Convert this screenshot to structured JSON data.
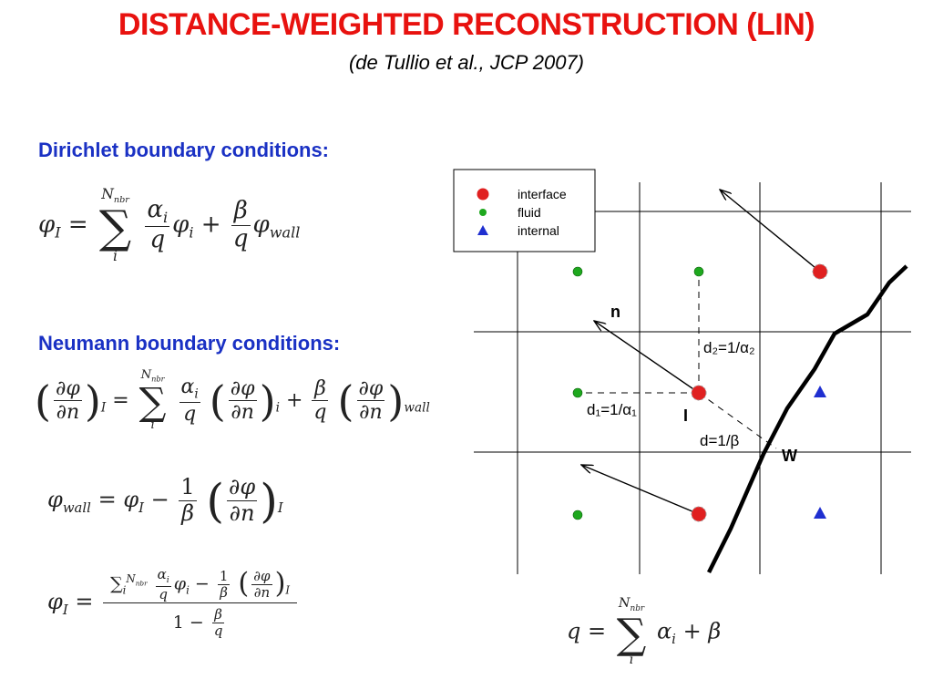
{
  "colors": {
    "title": "#e8120f",
    "heading": "#1a31c4",
    "interface": "#e02020",
    "fluid": "#1ea81e",
    "internal": "#1f2fd0"
  },
  "title": "DISTANCE-WEIGHTED RECONSTRUCTION (LIN)",
  "subtitle": "(de Tullio et al., JCP 2007)",
  "sections": {
    "dirichlet": "Dirichlet boundary conditions:",
    "neumann": "Neumann boundary conditions:"
  },
  "equations": {
    "dirichlet": "φ_I = Σ_i^{N_nbr} (α_i/q) φ_i + (β/q) φ_wall",
    "neumann": "(∂φ/∂n)_I = Σ_i^{N_nbr} (α_i/q)(∂φ/∂n)_i + (β/q)(∂φ/∂n)_wall",
    "phi_wall": "φ_wall = φ_I − (1/β)(∂φ/∂n)_I",
    "phi_I": "φ_I = [Σ_i^{N_nbr} (α_i/q) φ_i − (1/β)(∂φ/∂n)_I] / (1 − β/q)",
    "q": "q = Σ_i^{N_nbr} α_i + β"
  },
  "legend": {
    "items": [
      {
        "label": "interface",
        "color": "#e02020",
        "marker": "large-circle"
      },
      {
        "label": "fluid",
        "color": "#1ea81e",
        "marker": "small-circle"
      },
      {
        "label": "internal",
        "color": "#1f2fd0",
        "marker": "triangle"
      }
    ]
  },
  "diagram_labels": {
    "normal": "n",
    "interface_point": "I",
    "wall_point": "W",
    "d2": "d₂=1/α₂",
    "d1": "d₁=1/α₁",
    "d": "d=1/β"
  }
}
